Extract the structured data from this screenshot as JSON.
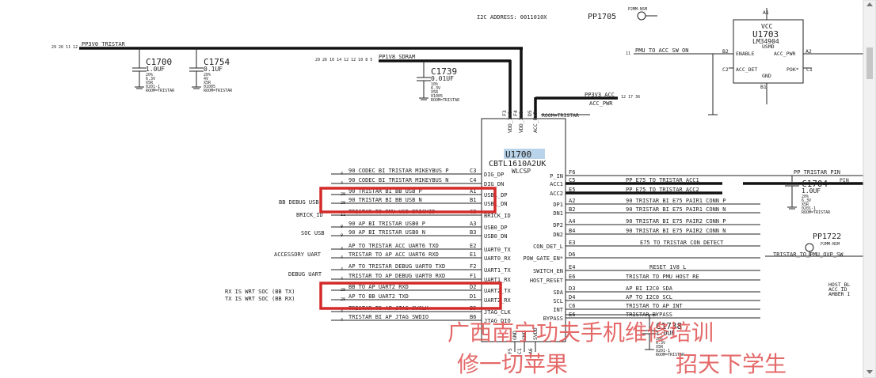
{
  "title_i2c": "I2C ADDRESS: 0011010X",
  "u1700": {
    "ref": "U1700",
    "part": "CBTL1610A2UK",
    "pkg": "WLCSP",
    "top_pins": [
      "VDD_1V8",
      "VDD_3V0",
      "ACC_PWR"
    ],
    "top_nums": [
      "F3",
      "F4",
      "D5"
    ],
    "bot_pins": [
      "GND",
      "GND",
      "SVDD"
    ],
    "bot_nums": [
      "F5",
      "C1",
      "A6"
    ],
    "left_pins": [
      {
        "num": "C3",
        "name": "DIG_DP",
        "net": "90_CODEC_BI_TRISTAR_MIKEYBUS_P",
        "refs": "4"
      },
      {
        "num": "C4",
        "name": "DIG_DN",
        "net": "90_CODEC_BI_TRISTAR_MIKEYBUS_N",
        "refs": "4"
      },
      {
        "num": "A1",
        "name": "USB1_DP",
        "net": "90_TRISTAR_BI_BB_USB_P",
        "refs": "29"
      },
      {
        "num": "B1",
        "name": "USB1_DN",
        "net": "90_TRISTAR_BI_BB_USB_N",
        "refs": "29"
      },
      {
        "num": "C2",
        "name": "BRICK_ID",
        "net": "TRISTAR_TO_PMU_USB_BRICKID",
        "refs": "11"
      },
      {
        "num": "A3",
        "name": "USB0_DP",
        "net": "90_AP_BI_TRISTAR_USB0_P",
        "refs": "9"
      },
      {
        "num": "B3",
        "name": "USB0_DN",
        "net": "90_AP_BI_TRISTAR_USB0_N",
        "refs": "9"
      },
      {
        "num": "E2",
        "name": "UART0_TX",
        "net": "AP_TO_TRISTAR_ACC_UART6_TXD",
        "refs": "4"
      },
      {
        "num": "E1",
        "name": "UART0_RX",
        "net": "TRISTAR_TO_AP_ACC_UART6_RXD",
        "refs": "4"
      },
      {
        "num": "F2",
        "name": "UART1_TX",
        "net": "AP_TO_TRISTAR_DEBUG_UART0_TXD",
        "refs": "4"
      },
      {
        "num": "F1",
        "name": "UART1_RX",
        "net": "TRISTAR_TO_AP_DEBUG_UART0_RXD",
        "refs": "4"
      },
      {
        "num": "D2",
        "name": "UART2_TX",
        "net": "BB_TO_AP_UART2_RXD",
        "refs": "29"
      },
      {
        "num": "D1",
        "name": "UART2_RX",
        "net": "AP_TO_BB_UART2_TXD",
        "refs": "29"
      },
      {
        "num": "B5",
        "name": "JTAG_CLK",
        "net": "TRISTAR_TO_AP_JTAG_SWCLK",
        "refs": "4"
      },
      {
        "num": "B6",
        "name": "JTAG_DIO",
        "net": "TRISTAR_BI_AP_JTAG_SWDIO",
        "refs": "4"
      }
    ],
    "right_pins": [
      {
        "num": "F6",
        "name": "P_IN",
        "net": ""
      },
      {
        "num": "C5",
        "name": "ACC1",
        "net": "PP_E75_TO_TRISTAR_ACC1"
      },
      {
        "num": "E5",
        "name": "ACC2",
        "net": "PP_E75_TO_TRISTAR_ACC2"
      },
      {
        "num": "A2",
        "name": "DP1",
        "net": "90_TRISTAR_BI_E75_PAIR1_CONN_P"
      },
      {
        "num": "B2",
        "name": "DN1",
        "net": "90_TRISTAR_BI_E75_PAIR1_CONN_N"
      },
      {
        "num": "A4",
        "name": "DP2",
        "net": "90_TRISTAR_BI_E75_PAIR2_CONN_P"
      },
      {
        "num": "B4",
        "name": "DN2",
        "net": "90_TRISTAR_BI_E75_PAIR2_CONN_N"
      },
      {
        "num": "E3",
        "name": "CON_DET_L",
        "net": "E75_TO_TRISTAR_CON_DETECT"
      },
      {
        "num": "D6",
        "name": "POW_GATE_EN*",
        "net": "TRISTAR_TO_PMU_OVP_SW"
      },
      {
        "num": "E4",
        "name": "SWITCH_EN",
        "net": "RESET_1V8_L"
      },
      {
        "num": "E6",
        "name": "HOST_RESET",
        "net": "TRISTAR_TO_PMU_HOST_RE"
      },
      {
        "num": "D3",
        "name": "SDA",
        "net": "AP_BI_I2C0_SDA"
      },
      {
        "num": "D4",
        "name": "SCL",
        "net": "AP_TO_I2C0_SCL"
      },
      {
        "num": "C6",
        "name": "INT",
        "net": "TRISTAR_TO_AP_INT"
      },
      {
        "num": "E6",
        "name": "BYPASS",
        "net": "TRISTAR_BYPASS"
      }
    ]
  },
  "caps": [
    {
      "ref": "C1700",
      "val": "1.0UF",
      "l1": "20%",
      "l2": "6.3V",
      "l3": "X5R",
      "l4": "0201-1",
      "l5": "ROOM=TRISTAR"
    },
    {
      "ref": "C1754",
      "val": "0.1UF",
      "l1": "20%",
      "l2": "4V",
      "l3": "X5R",
      "l4": "01005",
      "l5": "ROOM=TRISTAR"
    },
    {
      "ref": "C1739",
      "val": "0.01UF",
      "l1": "10%",
      "l2": "6.3V",
      "l3": "X5R",
      "l4": "01005",
      "l5": "ROOM=TRISTAR"
    },
    {
      "ref": "C1704",
      "val": "1.0UF",
      "l1": "20%",
      "l2": "6.3V",
      "l3": "X5R",
      "l4": "0201-1",
      "l5": "ROOM=TRISTAR"
    },
    {
      "ref": "C1738",
      "val": "1.0UF",
      "l1": "20%",
      "l2": "6.3V",
      "l3": "X5R",
      "l4": "0201-1",
      "l5": "ROOM=TRISTAR"
    }
  ],
  "rails": {
    "pp3v0": "PP3V0_TRISTAR",
    "pp1v8": "PP1V8_SDRAM",
    "pp3v3": "PP3V3_ACC",
    "acc_pwr": "ACC_PWR",
    "room": "ROOM=TRISTAR",
    "pin": "PP_TRISTAR_PIN",
    "pin2": "PIN",
    "ref_left1": "29 26 11 12",
    "ref_left2": "29 26 16 14 12 12 10 8 5",
    "ref_acc": "12 17 36"
  },
  "pp1705": "PP1705",
  "pp1705_sub": "P2MM-NSM",
  "pp1722": "PP1722",
  "pp1722_sub": "P2MM-NSM",
  "u1703": {
    "ref": "U1703",
    "part": "LM34904",
    "pkg": "USMD",
    "vcc": "VCC",
    "enable": "ENABLE",
    "acc_pwr": "ACC_PWR",
    "acc_det": "ACC_DET",
    "pok": "POK*",
    "gnd": "GND",
    "b2": "B2",
    "a2": "A2",
    "c2": "C2",
    "c1": "C1",
    "b1": "B1",
    "a1": "A1",
    "net_in": "PMU_TO_ACC_SW_ON",
    "net_in_ref": "11"
  },
  "side_labels": {
    "bb_debug": "BB DEBUG USB",
    "brick": "BRICK_ID",
    "soc_usb": "SOC USB",
    "acc_uart": "ACCESSORY UART",
    "debug_uart": "DEBUG UART",
    "rx": "RX IS WRT SOC (BB TX)",
    "tx": "TX IS WRT SOC (BB RX)",
    "host_bl": "HOST_BL",
    "acc_id": "ACC_ID",
    "amber": "AMBER I"
  },
  "watermark": {
    "line1": "广西南宁功夫手机维修培训",
    "line2a": "修一切苹果",
    "line2b": "招天下学生"
  },
  "colors": {
    "highlight": "#d42a2a",
    "ref_bg": "#b9d3ea",
    "watermark": "#e05050"
  }
}
